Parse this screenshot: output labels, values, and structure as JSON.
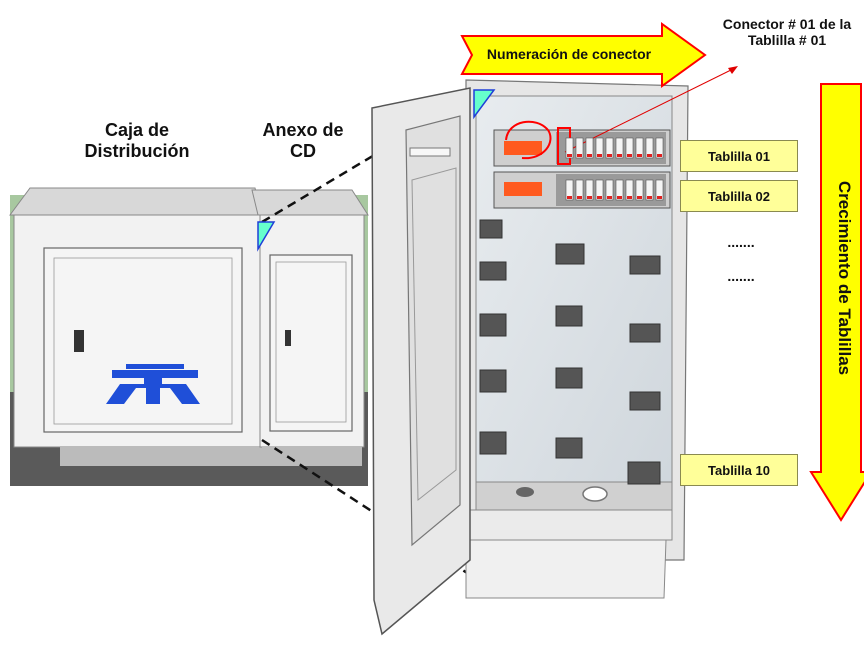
{
  "labels": {
    "caja": "Caja de Distribución",
    "anexo": "Anexo de CD",
    "numeracion": "Numeración de conector",
    "conector": "Conector # 01 de la Tablilla # 01",
    "crecimiento": "Crecimiento de Tablillas"
  },
  "tablillas": {
    "t01": "Tablilla 01",
    "t02": "Tablilla 02",
    "dots1": ".......",
    "dots2": ".......",
    "t10": "Tablilla 10"
  },
  "colors": {
    "arrow_fill": "#ffff00",
    "arrow_stroke": "#ff0000",
    "tag_fill": "#ffff99",
    "logo_blue": "#1f4fd8",
    "marker_cyan": "#66ffcc",
    "highlight_red": "#ff0000"
  },
  "icons": {
    "logo": "telmex-logo-icon",
    "marker": "triangle-marker-icon"
  }
}
